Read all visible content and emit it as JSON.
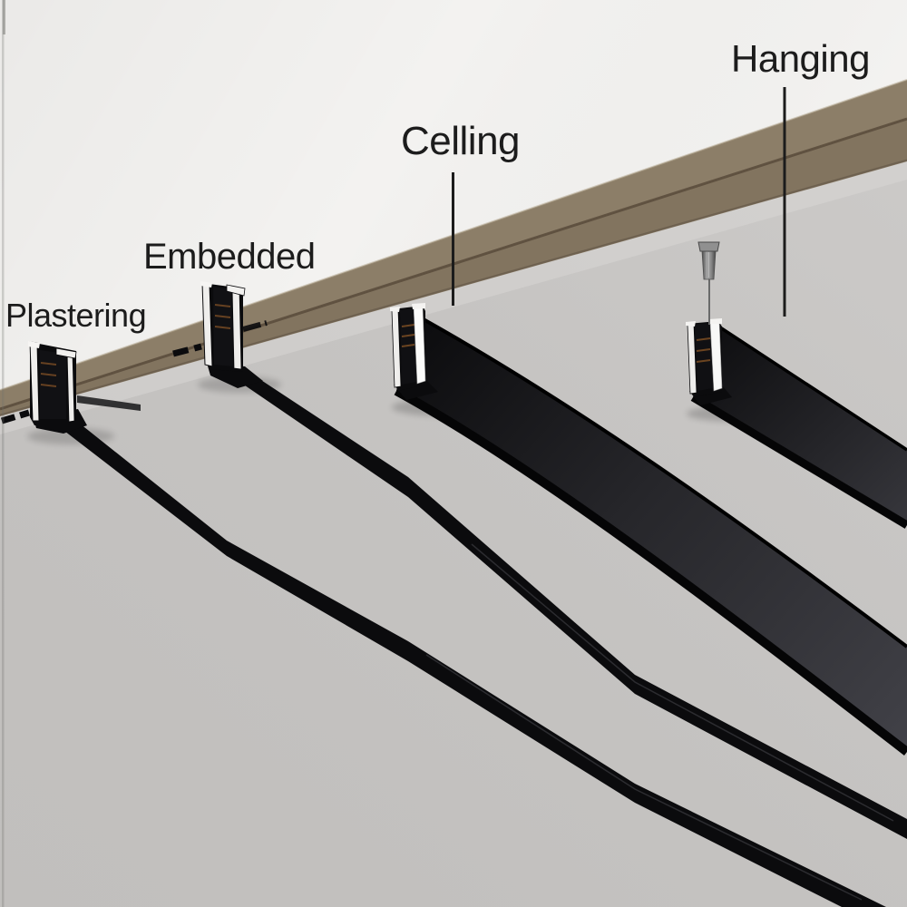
{
  "labels": {
    "plastering": "Plastering",
    "embedded": "Embedded",
    "celling": "Celling",
    "hanging": "Hanging"
  },
  "colors": {
    "ceiling_white": "#f3f2f0",
    "wall_gray": "#c8c6c4",
    "trim_brown": "#8c7e68",
    "trim_brown_dark": "#776a55",
    "trim_seam": "#594b3b",
    "track_black": "#0b0b0d",
    "band_charcoal": "#46464c",
    "aluminum_white": "#efeeec",
    "copper_rib": "#8a5526",
    "hardware_gray": "#909090",
    "label_text": "#1c1c1c"
  }
}
